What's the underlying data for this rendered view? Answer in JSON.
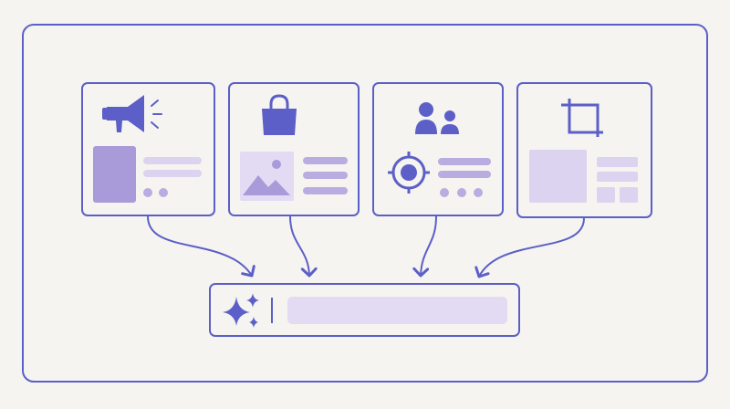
{
  "colors": {
    "background": "#f6f4f0",
    "stroke": "#5b5fc7",
    "accent": "#5b5fc7",
    "fill_medium": "#a99ad9",
    "fill_light": "#dcd3f0",
    "fill_lighter": "#e3dbf3",
    "dots": "#b9ace0"
  },
  "cards": [
    {
      "id": "announcement",
      "icon": "megaphone-icon",
      "layout": "thumb-lines-dots"
    },
    {
      "id": "product",
      "icon": "shopping-bag-icon",
      "layout": "image-lines"
    },
    {
      "id": "audience",
      "icon": "users-icon",
      "layout": "target-lines-dots"
    },
    {
      "id": "format",
      "icon": "crop-icon",
      "layout": "thumb-grid"
    }
  ],
  "input_bar": {
    "icon": "sparkles-icon",
    "has_cursor": true,
    "value": ""
  }
}
